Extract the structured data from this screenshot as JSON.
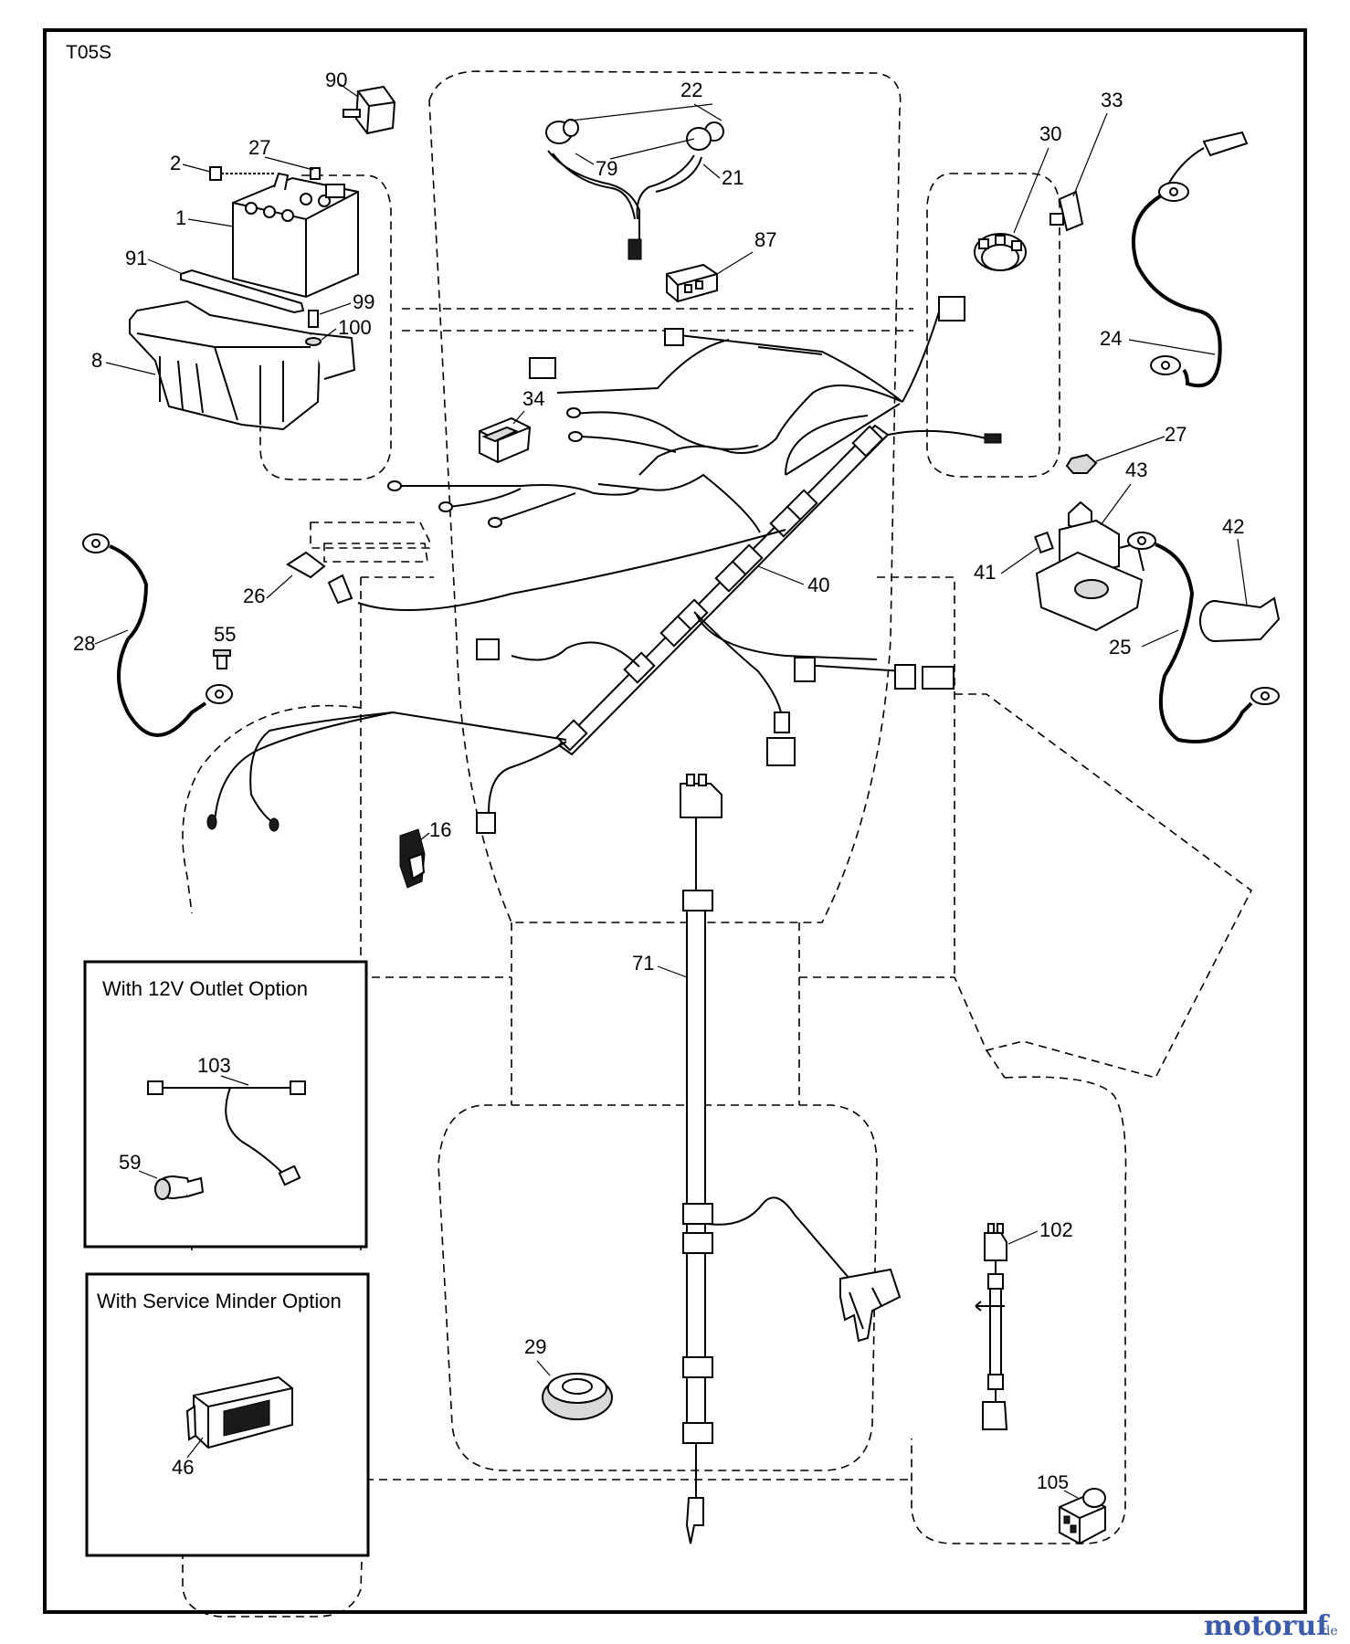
{
  "diagram": {
    "code": "T05S",
    "insets": [
      {
        "title": "With 12V Outlet Option"
      },
      {
        "title": "With Service Minder Option"
      }
    ],
    "part_labels": {
      "p1": "1",
      "p2": "2",
      "p8": "8",
      "p16": "16",
      "p21": "21",
      "p22": "22",
      "p24": "24",
      "p25": "25",
      "p26": "26",
      "p27a": "27",
      "p27b": "27",
      "p28": "28",
      "p29": "29",
      "p30": "30",
      "p33": "33",
      "p34": "34",
      "p40": "40",
      "p41": "41",
      "p42": "42",
      "p43": "43",
      "p46": "46",
      "p55": "55",
      "p59": "59",
      "p71": "71",
      "p79": "79",
      "p87": "87",
      "p90": "90",
      "p91": "91",
      "p99": "99",
      "p100": "100",
      "p102": "102",
      "p103": "103",
      "p105": "105"
    }
  },
  "watermark": {
    "brand": "motoruf",
    "suffix": ".de"
  },
  "colors": {
    "line": "#000000",
    "watermark": "#3b5aa8",
    "background": "#ffffff"
  }
}
